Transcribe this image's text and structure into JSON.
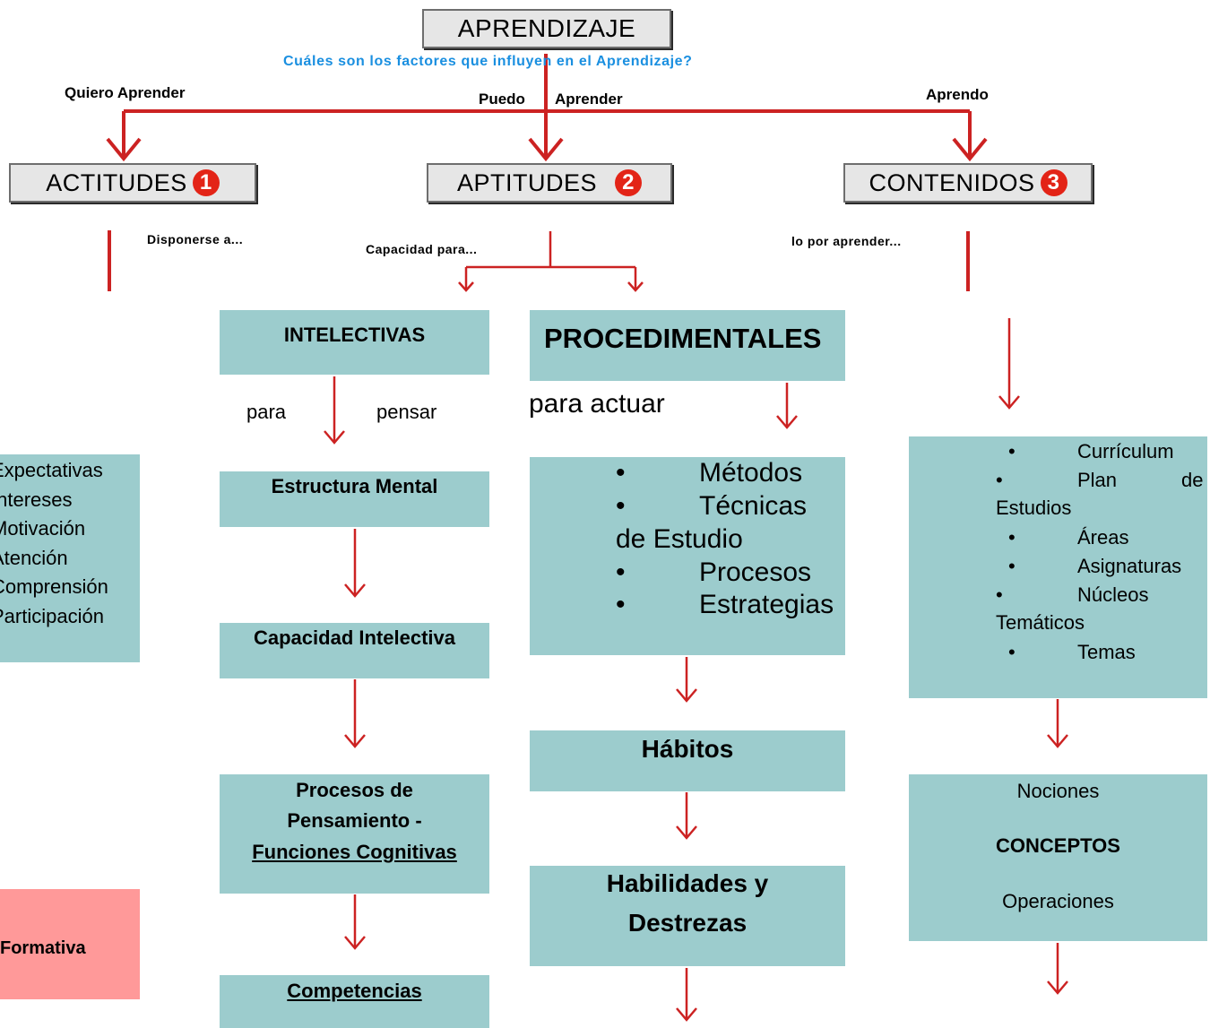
{
  "title": "APRENDIZAJE",
  "question": "Cuáles son los factores que influyen en el Aprendizaje?",
  "branches": {
    "quiero": "Quiero Aprender",
    "puedo": "Puedo",
    "aprender": "Aprender",
    "aprendo": "Aprendo"
  },
  "categories": [
    {
      "label": "ACTITUDES",
      "number": "1",
      "sub": "Disponerse a..."
    },
    {
      "label": "APTITUDES",
      "number": "2",
      "sub": "Capacidad para..."
    },
    {
      "label": "CONTENIDOS",
      "number": "3",
      "sub": "lo por aprender..."
    }
  ],
  "actitudes_list": [
    "Expectativas",
    "Intereses",
    "Motivación",
    "Atención",
    "Comprensión",
    "Participación"
  ],
  "formativa": "Formativa",
  "intelectivas": {
    "title": "INTELECTIVAS",
    "para": "para",
    "pensar": "pensar",
    "estructura": "Estructura Mental",
    "capacidad": "Capacidad Intelectiva",
    "procesos_line1": "Procesos de",
    "procesos_line2": "Pensamiento -",
    "procesos_line3": "Funciones Cognitivas",
    "competencias": "Competencias"
  },
  "procedimentales": {
    "title": "PROCEDIMENTALES",
    "para_actuar": "para actuar",
    "items": [
      "Métodos",
      "Técnicas",
      "de Estudio",
      "Procesos",
      "Estrategias"
    ],
    "habitos": "Hábitos",
    "habilidades_line1": "Habilidades y",
    "habilidades_line2": "Destrezas"
  },
  "contenidos": {
    "items": [
      "Currículum",
      "Plan",
      "de",
      "Estudios",
      "Áreas",
      "Asignaturas",
      "Núcleos",
      "Temáticos",
      "Temas"
    ],
    "nociones": "Nociones",
    "conceptos": "CONCEPTOS",
    "operaciones": "Operaciones"
  },
  "colors": {
    "arrow": "#cc2222",
    "box": "#9ccccd",
    "pink": "#ff9999",
    "question": "#1a8fe0",
    "badge": "#e32417"
  }
}
